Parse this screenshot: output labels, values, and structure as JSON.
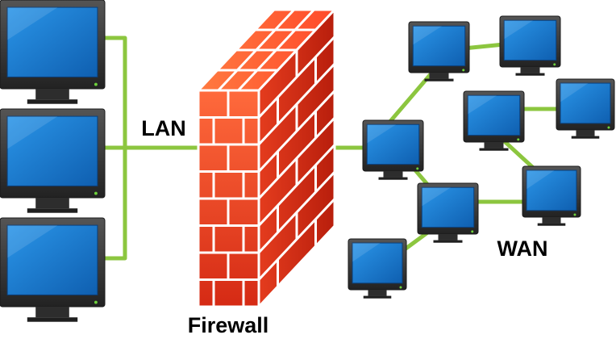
{
  "labels": {
    "lan": "LAN",
    "firewall": "Firewall",
    "wan": "WAN"
  },
  "colors": {
    "link": "#8cc63f",
    "brick": "#e8321e",
    "brick_light": "#ff6a3c",
    "mortar": "#ffffff",
    "monitor_frame": "#3a3a3a",
    "screen": "#1e82d8",
    "power_led": "#6ed23c"
  },
  "icons": {
    "computer": "monitor-icon",
    "firewall": "brick-wall-icon"
  },
  "nodes": {
    "lan": [
      "lan-computer-1",
      "lan-computer-2",
      "lan-computer-3"
    ],
    "wan": [
      "wan-computer-1",
      "wan-computer-2",
      "wan-computer-3",
      "wan-computer-4",
      "wan-computer-5",
      "wan-computer-6",
      "wan-computer-7",
      "wan-computer-8"
    ]
  }
}
